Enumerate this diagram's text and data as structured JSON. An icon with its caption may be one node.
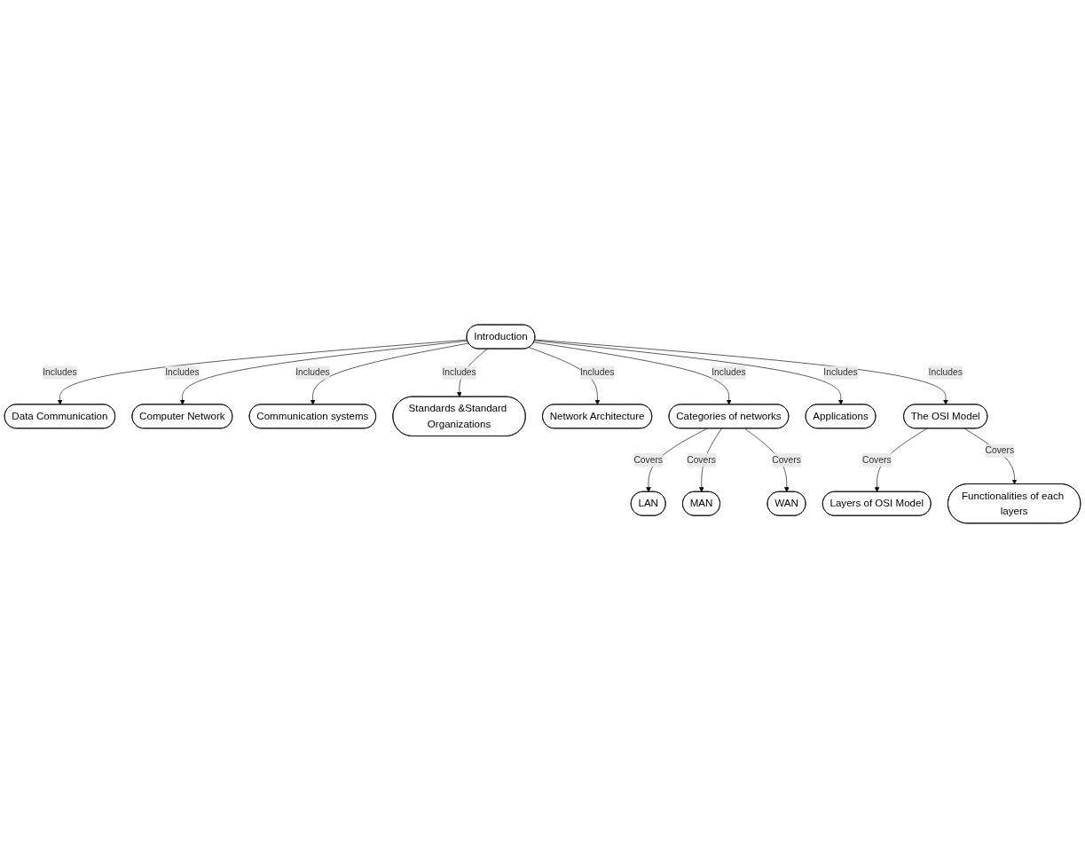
{
  "diagram": {
    "nodes": [
      {
        "text": [
          "Introduction"
        ]
      },
      {
        "text": [
          "Data Communication"
        ]
      },
      {
        "text": [
          "Computer Network"
        ]
      },
      {
        "text": [
          "Communication systems"
        ]
      },
      {
        "text": [
          "Standards &Standard Organizations"
        ]
      },
      {
        "text": [
          "Network Architecture"
        ]
      },
      {
        "text": [
          "Categories of networks"
        ]
      },
      {
        "text": [
          "Applications"
        ]
      },
      {
        "text": [
          "The OSI Model"
        ]
      },
      {
        "text": [
          "LAN"
        ]
      },
      {
        "text": [
          "MAN"
        ]
      },
      {
        "text": [
          "WAN"
        ]
      },
      {
        "text": [
          "Layers of OSI Model"
        ]
      },
      {
        "text": [
          "Functionalities of each layers"
        ]
      }
    ],
    "edges": [
      {
        "from": 0,
        "to": 1,
        "label": "Includes",
        "arrow": "to"
      },
      {
        "from": 0,
        "to": 3,
        "label": "Includes",
        "arrow": "to"
      },
      {
        "from": 0,
        "to": 6,
        "label": "Includes",
        "arrow": "to"
      },
      {
        "from": 0,
        "to": 7,
        "label": "Includes",
        "arrow": "to"
      },
      {
        "from": 0,
        "to": 8,
        "label": "Includes",
        "arrow": "to"
      },
      {
        "from": 0,
        "to": 5,
        "label": "Includes",
        "arrow": "to"
      },
      {
        "from": 0,
        "to": 4,
        "label": "Includes",
        "arrow": "to"
      },
      {
        "from": 0,
        "to": 2,
        "label": "Includes",
        "arrow": "to"
      },
      {
        "from": 6,
        "to": 9,
        "label": "Covers",
        "arrow": "to"
      },
      {
        "from": 6,
        "to": 10,
        "label": "Covers",
        "arrow": "to"
      },
      {
        "from": 6,
        "to": 11,
        "label": "Covers",
        "arrow": "to"
      },
      {
        "from": 8,
        "to": 12,
        "label": "Covers",
        "arrow": "to"
      },
      {
        "from": 8,
        "to": 13,
        "label": "Covers",
        "arrow": "to"
      }
    ]
  }
}
